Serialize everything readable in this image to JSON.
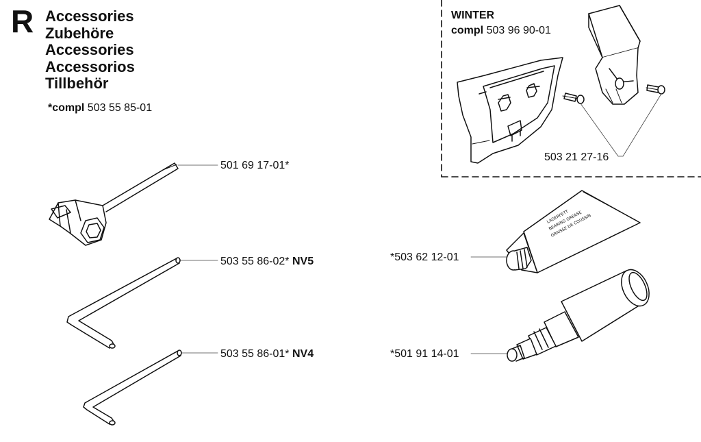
{
  "section": {
    "letter": "R"
  },
  "titles": [
    "Accessories",
    "Zubehöre",
    "Accessories",
    "Accessorios",
    "Tillbehör"
  ],
  "compl": {
    "prefix": "*compl",
    "number": "503 55 85-01"
  },
  "inset": {
    "label": "WINTER",
    "compl_prefix": "compl",
    "compl_number": "503 96 90-01",
    "screw_part": "503 21 27-16"
  },
  "parts": {
    "wrench": {
      "number": "501 69 17-01*"
    },
    "hex_nv5": {
      "number": "503 55 86-02*",
      "suffix": "NV5"
    },
    "hex_nv4": {
      "number": "503 55 86-01*",
      "suffix": "NV4"
    },
    "grease": {
      "number": "*503 62 12-01",
      "tube_text": [
        "LAGERFETT",
        "BEARING GREASE",
        "GRAISSE DE COUSSIN"
      ]
    },
    "grease_gun": {
      "number": "*501 91 14-01"
    }
  }
}
